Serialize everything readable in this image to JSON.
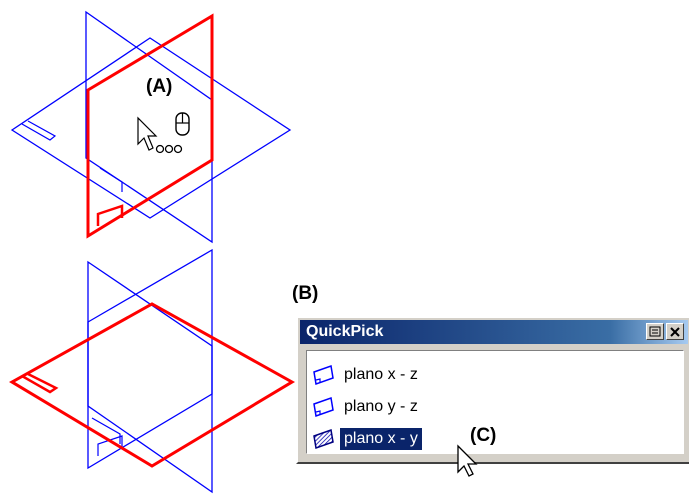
{
  "callouts": {
    "a": "(A)",
    "b": "(B)",
    "c": "(C)"
  },
  "quickpick": {
    "title": "QuickPick",
    "menu_icon": "list-icon",
    "close_icon": "close-icon",
    "items": [
      {
        "label": "plano x - z",
        "icon": "plane-outline-icon",
        "selected": false
      },
      {
        "label": "plano y - z",
        "icon": "plane-outline-icon",
        "selected": false
      },
      {
        "label": "plano x - y",
        "icon": "plane-filled-icon",
        "selected": true
      }
    ]
  },
  "colors": {
    "highlight": "#ff0000",
    "plane": "#0000ff",
    "selection": "#0a246a"
  }
}
